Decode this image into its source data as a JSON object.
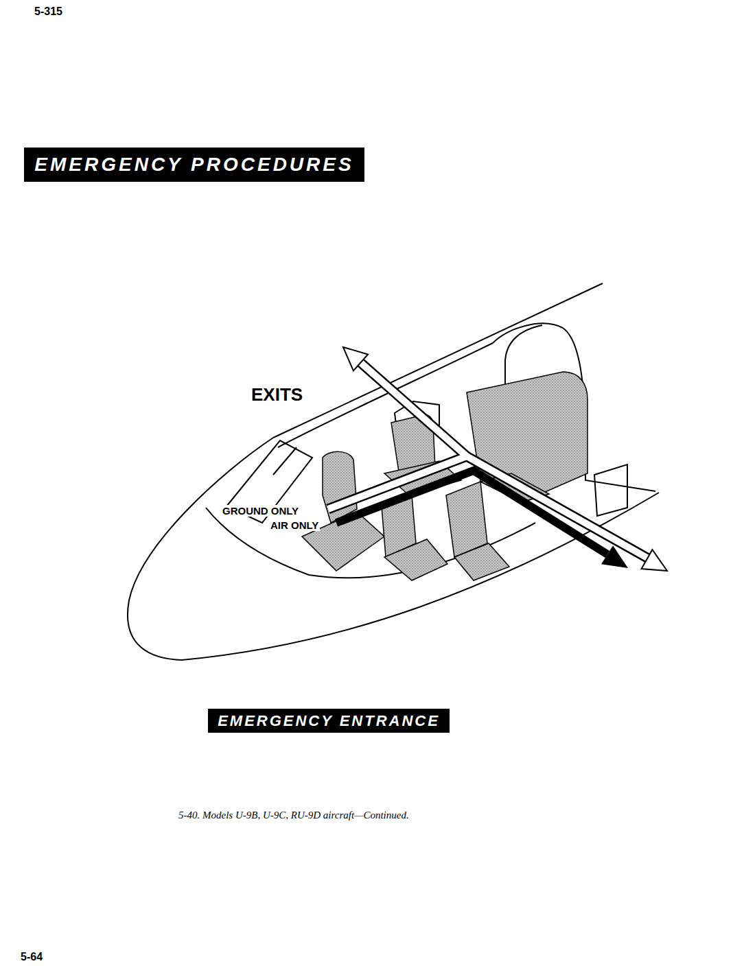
{
  "diagram": {
    "title": "EMERGENCY PROCEDURES",
    "caption": "5-40. Models U-9B, U-9C, RU-9D aircraft—Continued.",
    "nodes": [
      {
        "text": [
          "EMERGENCY ENTRANCE"
        ]
      }
    ],
    "labels": [
      "5-315",
      "EXITS",
      "GROUND ONLY",
      "AIR ONLY",
      "5-64"
    ]
  }
}
